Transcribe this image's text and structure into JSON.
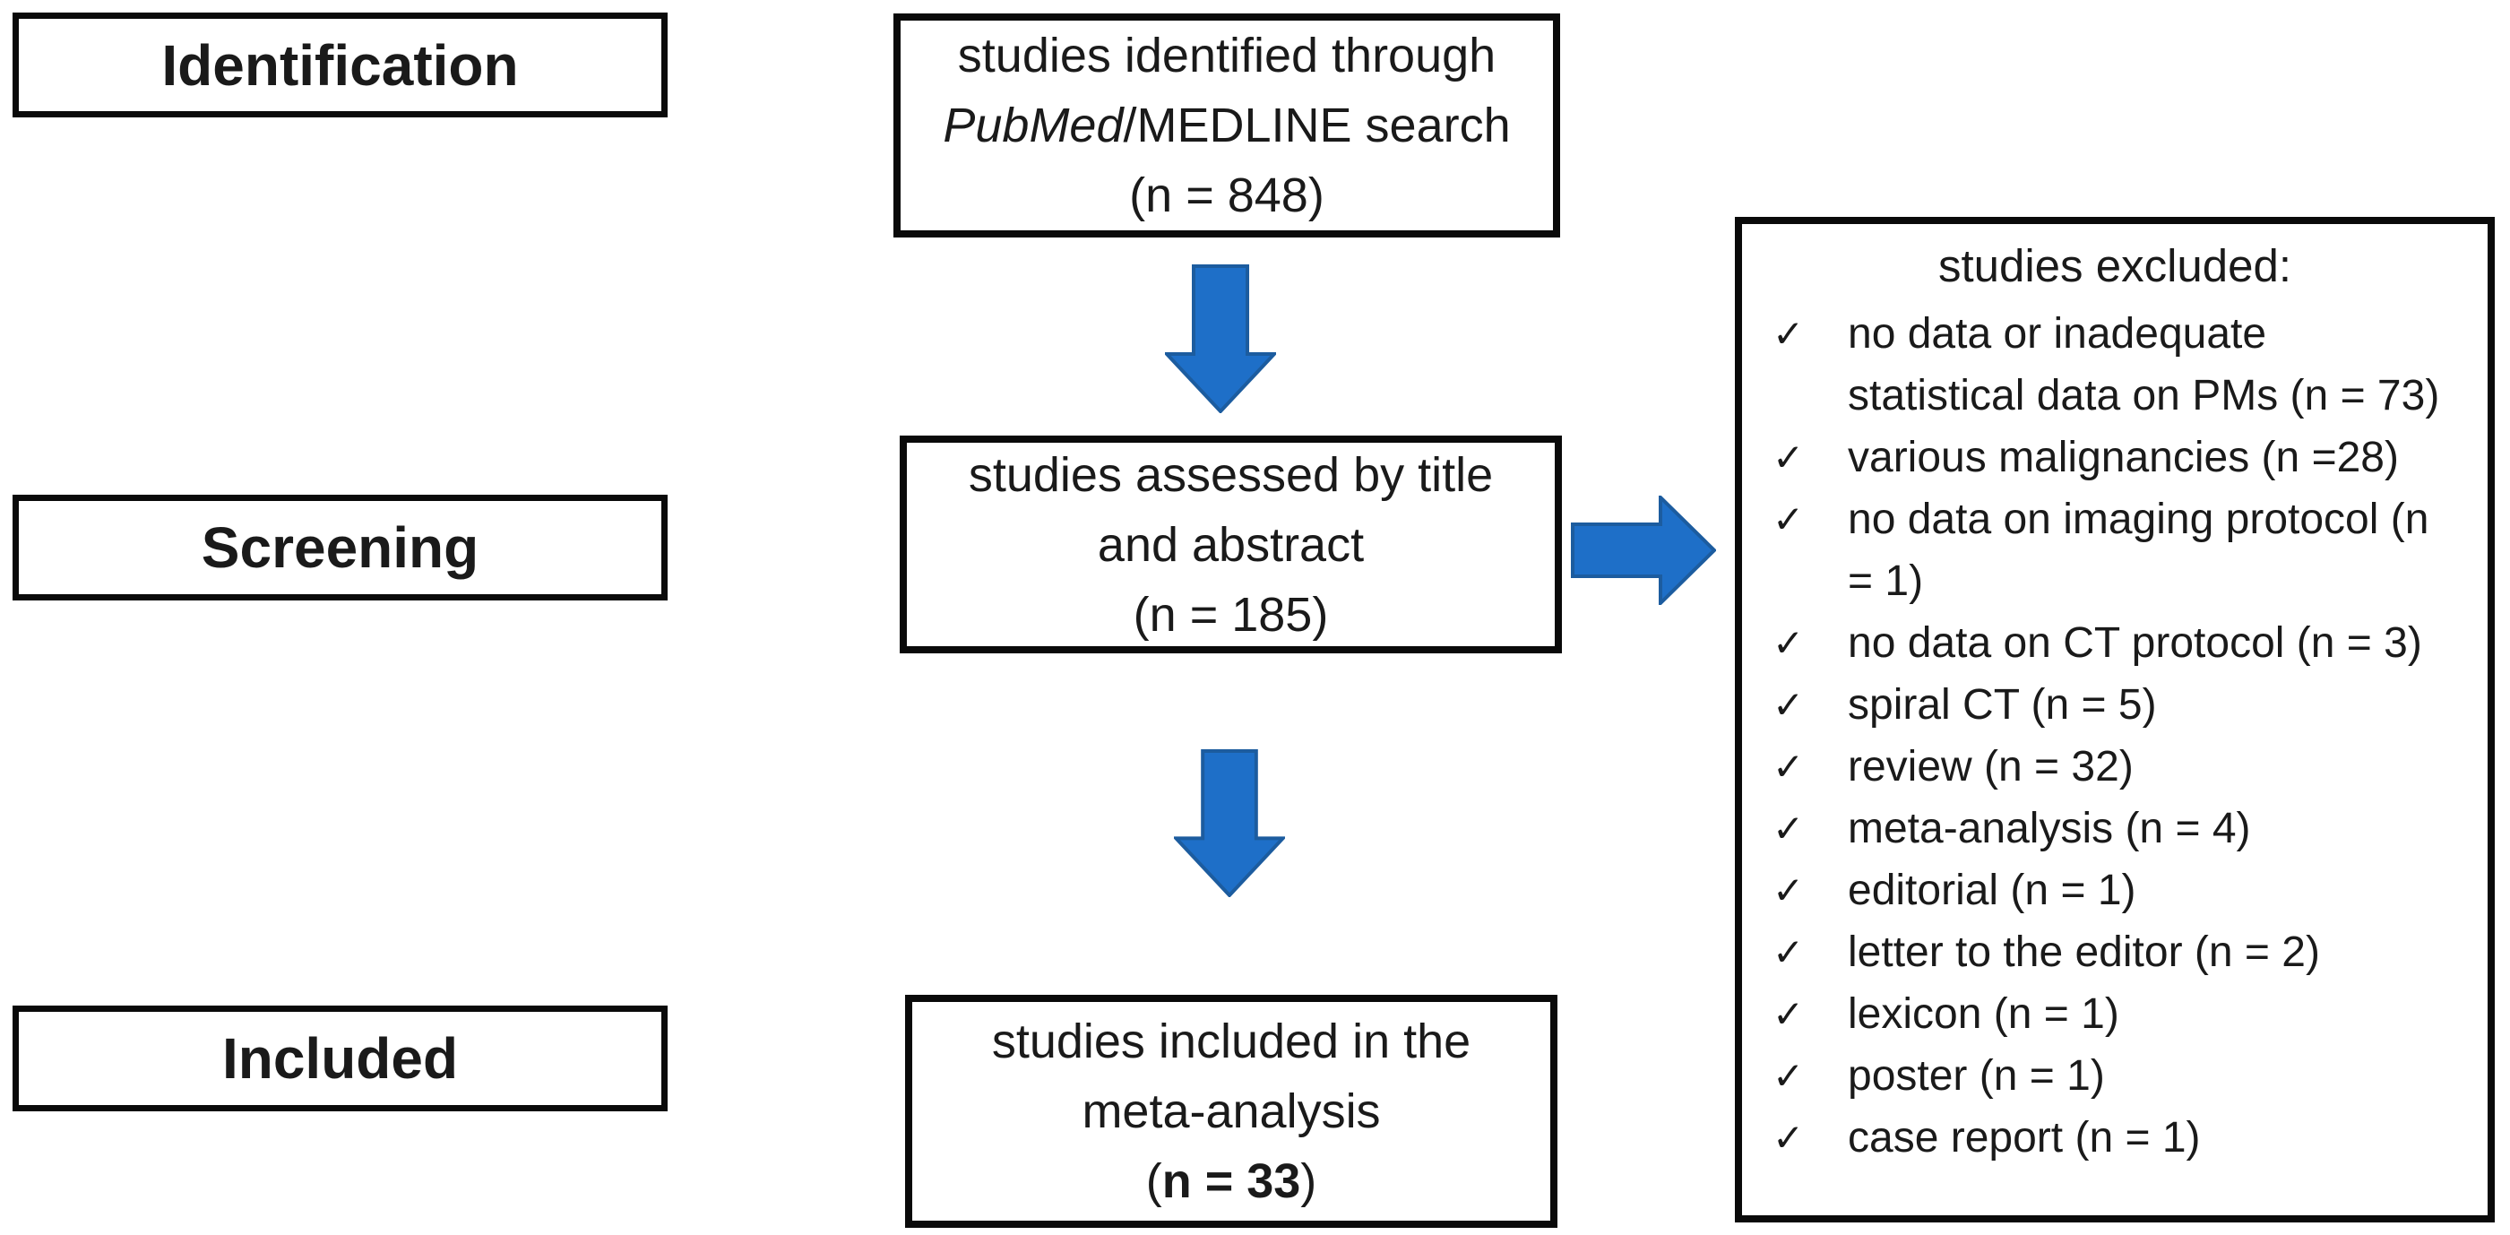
{
  "colors": {
    "arrow_fill": "#1e6fc8",
    "arrow_stroke": "#1c5c9f",
    "box_border": "#0a0a0a",
    "text": "#1a1a1a"
  },
  "stage_labels": {
    "identification": "Identification",
    "screening": "Screening",
    "included": "Included"
  },
  "box_identified": {
    "line1": "studies identified through",
    "line2_italic": "PubMed",
    "line2_rest": "/MEDLINE search",
    "line3": "(n = 848)"
  },
  "box_assessed": {
    "line1": "studies assessed by title",
    "line2": "and abstract",
    "line3": "(n = 185)"
  },
  "box_included": {
    "line1": "studies included in the",
    "line2": "meta-analysis",
    "line3_open": "(",
    "line3_bold": "n = 33",
    "line3_close": ")"
  },
  "excluded": {
    "title": "studies excluded:",
    "check_glyph": "✓",
    "items": [
      "no data or inadequate statistical data on PMs (n = 73)",
      "various malignancies (n =28)",
      "no data on imaging protocol (n = 1)",
      "no data on CT protocol (n = 3)",
      "spiral CT (n = 5)",
      "review (n = 32)",
      "meta-analysis (n = 4)",
      "editorial (n = 1)",
      "letter to the editor (n = 2)",
      "lexicon (n = 1)",
      "poster (n = 1)",
      "case report (n = 1)"
    ]
  }
}
